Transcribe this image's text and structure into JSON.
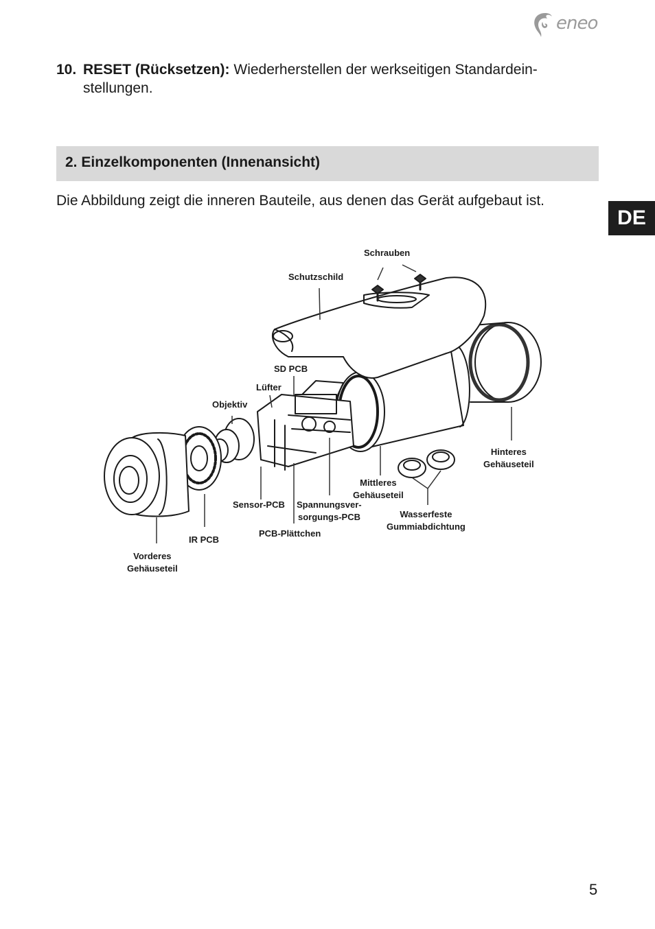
{
  "header": {
    "logo_text": "eneo"
  },
  "item10": {
    "number": "10.",
    "term": "RESET (Rücksetzen):",
    "text": " Wiederherstellen der werkseitigen Standardein-stellungen."
  },
  "section": {
    "title": "2. Einzelkomponenten (Innenansicht)"
  },
  "intro": "Die Abbildung zeigt die inneren Bauteile, aus denen das Gerät aufgebaut ist.",
  "side_tab": "DE",
  "figure": {
    "labels": {
      "schrauben": "Schrauben",
      "schutzschild": "Schutzschild",
      "sd_pcb": "SD PCB",
      "luefter": "Lüfter",
      "objektiv": "Objektiv",
      "hinteres_1": "Hinteres",
      "hinteres_2": "Gehäuseteil",
      "mittleres_1": "Mittleres",
      "mittleres_2": "Gehäuseteil",
      "sensor_pcb": "Sensor-PCB",
      "spannung_1": "Spannungsver-",
      "spannung_2": "sorgungs-PCB",
      "wasserfeste_1": "Wasserfeste",
      "wasserfeste_2": "Gummiabdichtung",
      "pcb_plaettchen": "PCB-Plättchen",
      "ir_pcb": "IR PCB",
      "vorderes_1": "Vorderes",
      "vorderes_2": "Gehäuseteil"
    }
  },
  "page_number": "5",
  "colors": {
    "section_bar": "#d9d9d9",
    "side_tab": "#1e1e1e",
    "logo": "#9a9a9a"
  }
}
